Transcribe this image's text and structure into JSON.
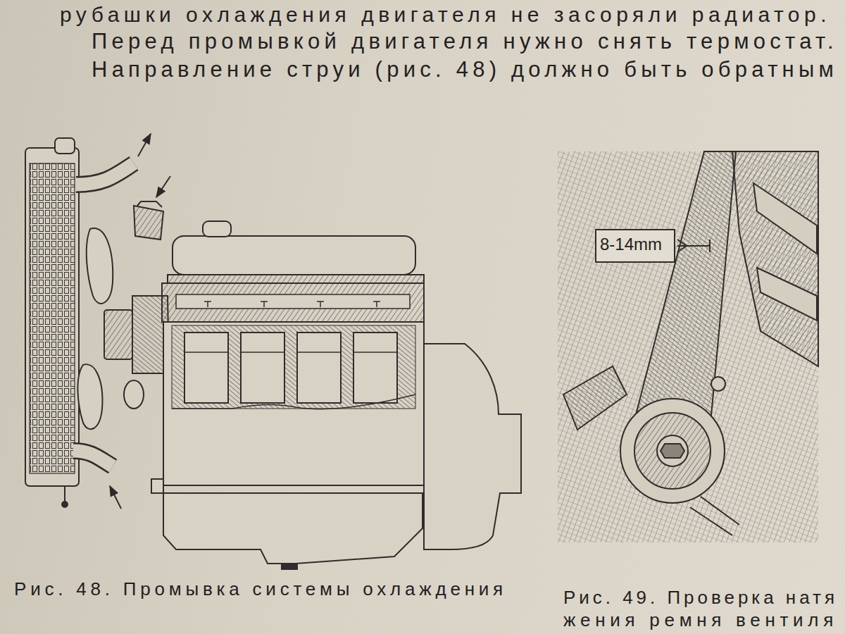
{
  "diagram": {
    "labels": [
      "рубашки охлаждения двигателя не засоряли радиатор.",
      "Перед промывкой двигателя нужно снять термостат.",
      "Направление струи (рис. 48) должно быть обратным",
      "8-14mm",
      "Рис. 48. Промывка системы охлаждения",
      "Рис. 49. Проверка натя",
      "жения ремня вентиля"
    ]
  }
}
